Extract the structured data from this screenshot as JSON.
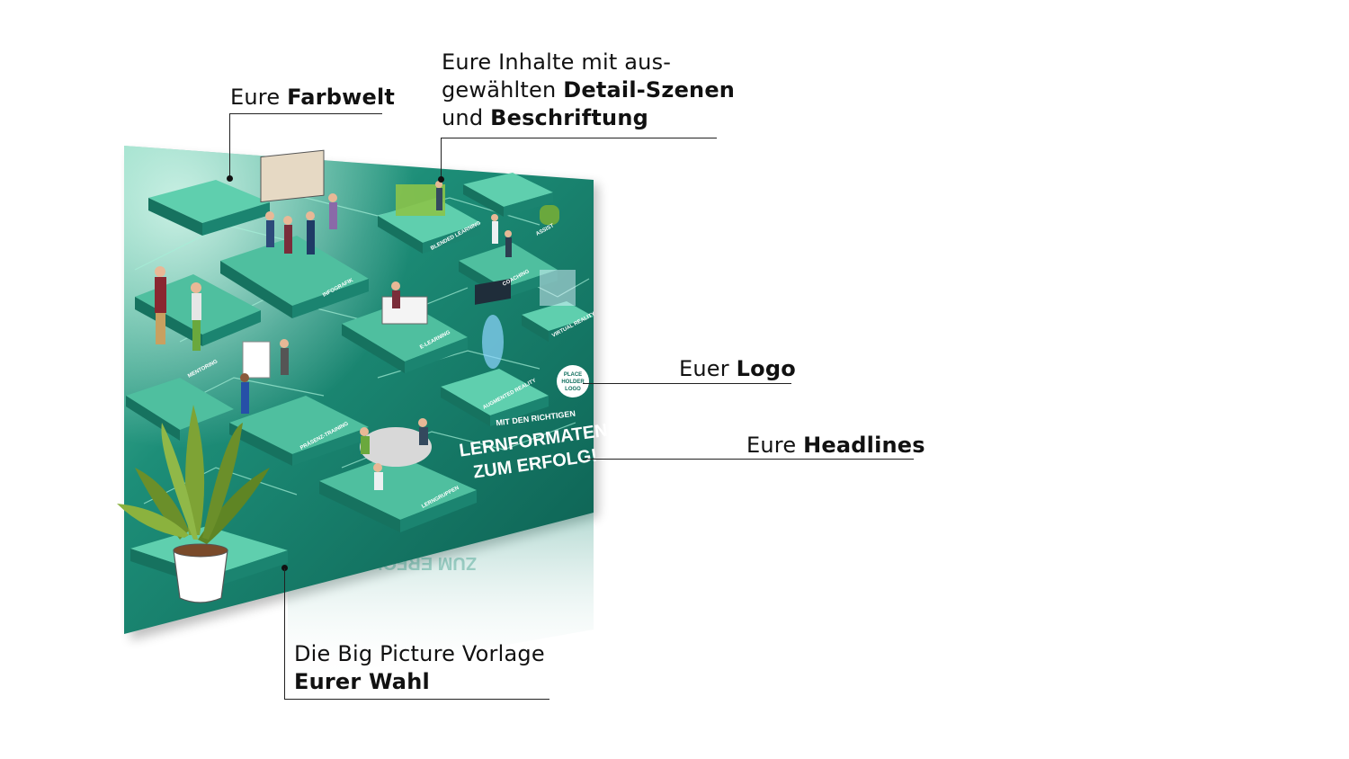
{
  "colors": {
    "poster_dark": "#0f6e5d",
    "poster_mid": "#1d8e78",
    "poster_light": "#4fbf9f",
    "tile": "#2ea58a",
    "tile_top": "#5fcfae",
    "callout_line": "#222222"
  },
  "callouts": {
    "farbwelt": {
      "prefix": "Eure ",
      "bold": "Farbwelt"
    },
    "inhalte": {
      "line1": "Eure Inhalte mit aus-",
      "line2_prefix": "gewählten ",
      "line2_bold": "Detail-Szenen",
      "line3_prefix": "und ",
      "line3_bold": "Beschriftung"
    },
    "logo": {
      "prefix": "Euer ",
      "bold": "Logo"
    },
    "headlines": {
      "prefix": "Eure ",
      "bold": "Headlines"
    },
    "vorlage": {
      "line1": "Die Big Picture Vorlage",
      "line2_bold": "Eurer Wahl"
    }
  },
  "poster": {
    "tiles": [
      "MENTORING",
      "INFOGRAFIK",
      "BLENDED LEARNING",
      "COACHING",
      "ASSIST",
      "E-LEARNING",
      "PRÄSENZ-TRAINING",
      "AUGMENTED REALITY",
      "LERNGRUPPEN",
      "VIRTUAL REALITY"
    ],
    "logo_placeholder": [
      "PLACE",
      "HOLDER",
      "LOGO"
    ],
    "subheadline": "MIT DEN RICHTIGEN",
    "headline_line1": "LERNFORMATEN",
    "headline_line2": "ZUM ERFOLG!",
    "reflection": "ZUM ERFOLG!"
  }
}
